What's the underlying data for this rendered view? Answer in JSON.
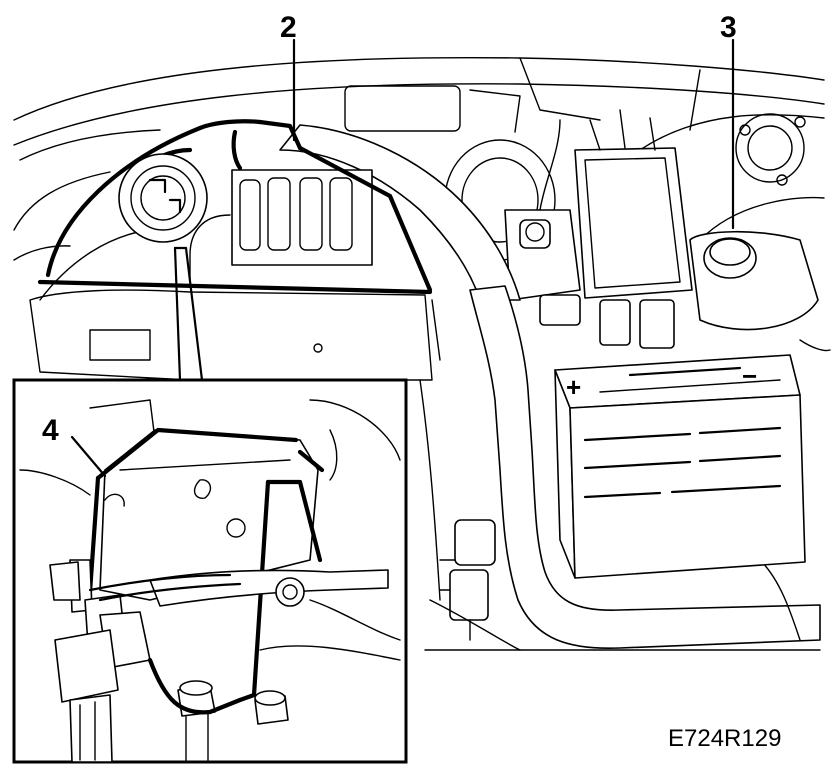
{
  "callouts": {
    "c2": "2",
    "c3": "3",
    "c4": "4"
  },
  "reference_code": "E724R129",
  "battery": {
    "plus": "+",
    "minus": "−"
  }
}
